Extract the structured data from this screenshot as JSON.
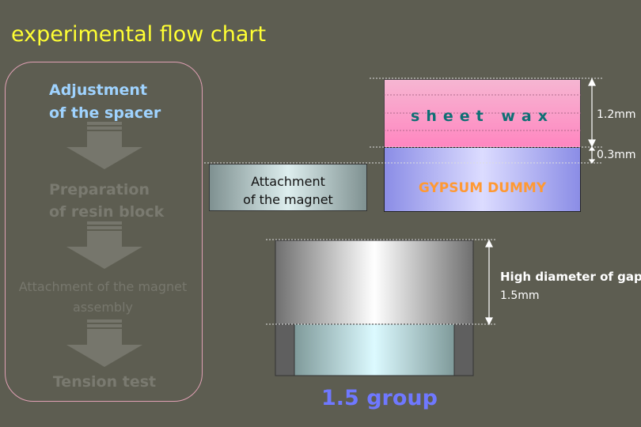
{
  "title": "experimental flow chart",
  "flow": {
    "step1": [
      "Adjustment",
      "of the spacer"
    ],
    "step2": [
      "Preparation",
      "of resin block"
    ],
    "step3": [
      "Attachment of the magnet",
      "assembly"
    ],
    "step4": "Tension test"
  },
  "diagram": {
    "magnet_label": [
      "Attachment",
      "of the magnet"
    ],
    "wax_label": "sheet wax",
    "gypsum_label": "GYPSUM DUMMY",
    "wax_thickness": "1.2mm",
    "spacer_thickness": "0.3mm",
    "gap_label": "High diameter of gap",
    "gap_value": "1.5mm",
    "group_label": "1.5 group"
  },
  "colors": {
    "background": "#5d5d51",
    "title": "#ffff33",
    "active_step": "#9fd3ff",
    "inactive_step": "#7a7a70",
    "wax_text": "#0e6f74",
    "gypsum_text": "#ff9933",
    "group_text": "#6f78ff"
  }
}
